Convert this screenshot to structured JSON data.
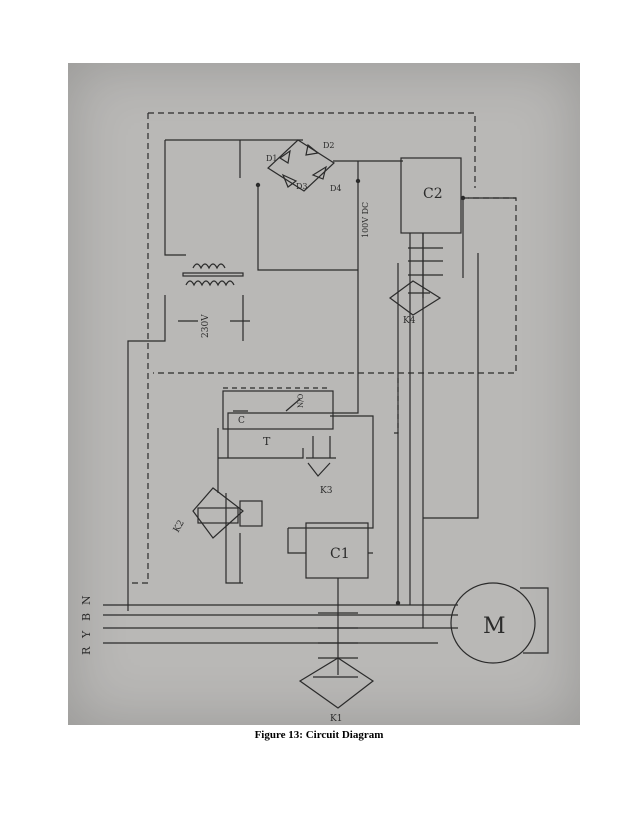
{
  "caption": "Figure 13: Circuit Diagram",
  "diagram": {
    "line_labels": [
      "R",
      "Y",
      "B",
      "N"
    ],
    "transformer_label": "230V",
    "dc_label": "100V DC",
    "diodes": [
      "D1",
      "D2",
      "D3",
      "D4"
    ],
    "contactors": [
      "C1",
      "C2"
    ],
    "switches": [
      "K1",
      "K2",
      "K3",
      "K4"
    ],
    "timer": {
      "label": "T",
      "no_label": "N/O",
      "c_label": "C"
    },
    "motor": "M"
  },
  "colors": {
    "paper": "#b9b8b6",
    "ink": "#2b2b2b",
    "page": "#ffffff"
  }
}
